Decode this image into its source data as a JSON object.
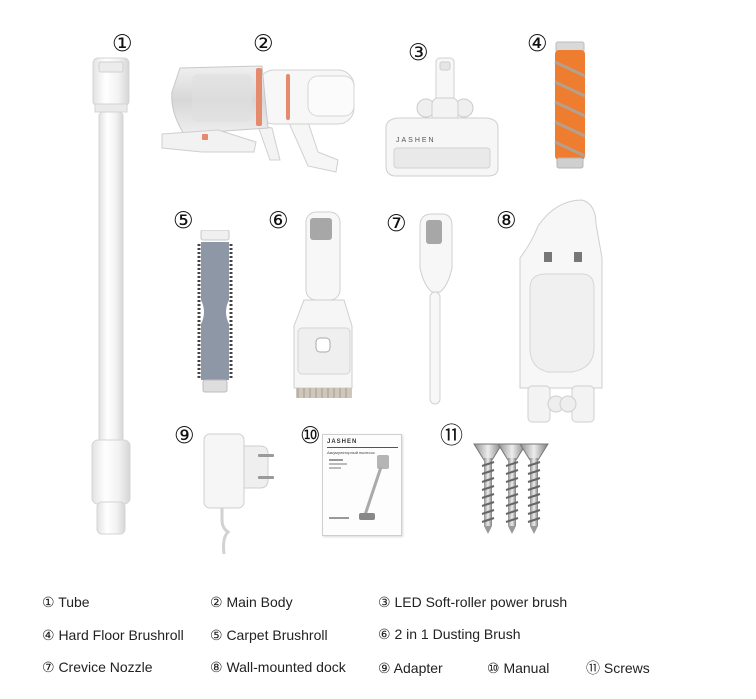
{
  "numbers": [
    "①",
    "②",
    "③",
    "④",
    "⑤",
    "⑥",
    "⑦",
    "⑧",
    "⑨",
    "⑩",
    "⑪"
  ],
  "brush_brand": "JASHEN",
  "manual": {
    "brand": "JASHEN",
    "heading": "Аккумуляторный пылесос"
  },
  "legend": [
    "① Tube",
    "② Main Body",
    "③ LED Soft-roller power brush",
    "④ Hard Floor Brushroll",
    "⑤ Carpet Brushroll",
    "⑥ 2 in 1 Dusting Brush",
    "⑦ Crevice Nozzle",
    "⑧ Wall-mounted dock",
    "⑨ Adapter",
    "⑩ Manual",
    "⑪ Screws"
  ],
  "colors": {
    "orange_roller": "#ee7d2f",
    "grey_roller": "#8d97a6",
    "accent_ring": "#e58a6c",
    "body_white": "#f4f4f4",
    "outline": "#d4d4d4"
  }
}
